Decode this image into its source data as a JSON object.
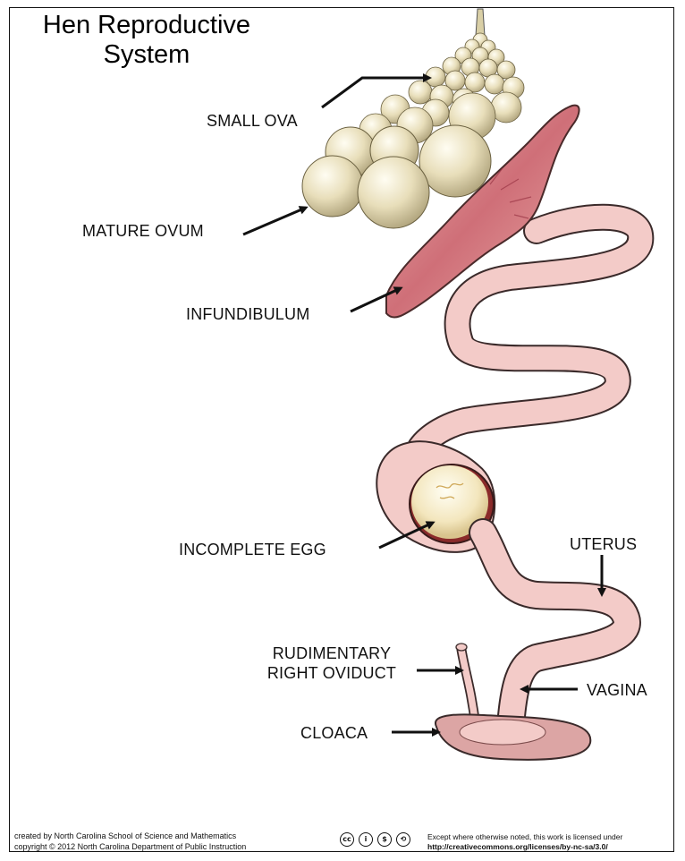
{
  "title": "Hen Reproductive\nSystem",
  "labels": {
    "small_ova": "SMALL OVA",
    "mature_ovum": "MATURE OVUM",
    "infundibulum": "INFUNDIBULUM",
    "incomplete_egg": "INCOMPLETE EGG",
    "uterus": "UTERUS",
    "rudimentary": "RUDIMENTARY\nRIGHT OVIDUCT",
    "vagina": "VAGINA",
    "cloaca": "CLOACA"
  },
  "footer": {
    "credit_line1": "created by North Carolina School of Science and Mathematics",
    "credit_line2": "copyright © 2012  North Carolina Department of Public Instruction",
    "license_line1": "Except where otherwise noted, this work is licensed under",
    "license_url": "http://creativecommons.org/licenses/by-nc-sa/3.0/"
  },
  "cc_icons": [
    "cc-icon",
    "by-icon",
    "nc-icon",
    "sa-icon"
  ],
  "colors": {
    "ova": "#e9e0bf",
    "oviduct": "#f3cbc8",
    "infundibulum": "#dd9a9a",
    "outline": "#222222"
  }
}
